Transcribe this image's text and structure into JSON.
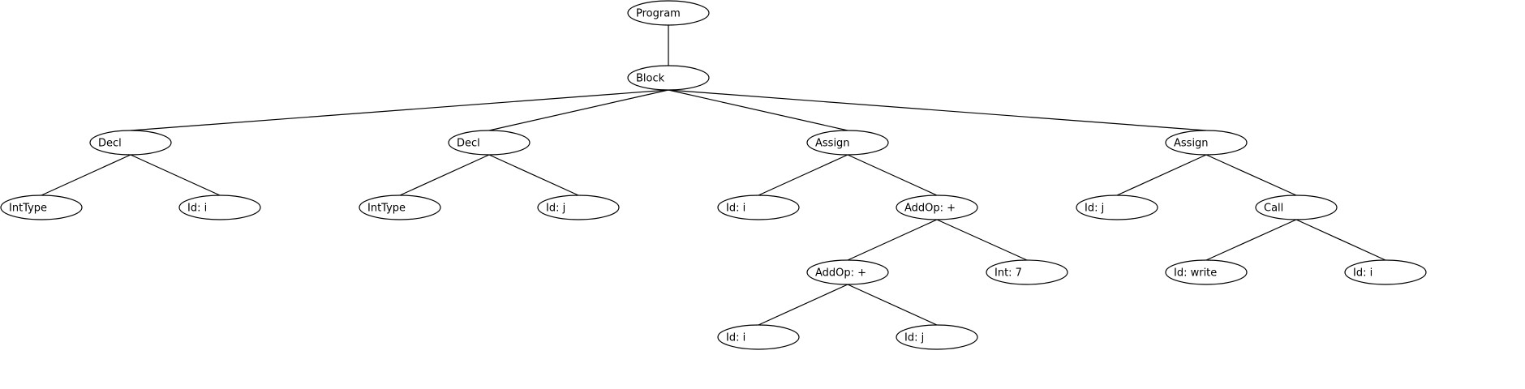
{
  "diagram": {
    "type": "tree",
    "nodes": [
      {
        "id": "n0",
        "label": "Program"
      },
      {
        "id": "n1",
        "label": "Block"
      },
      {
        "id": "n2",
        "label": "Decl"
      },
      {
        "id": "n3",
        "label": "Decl"
      },
      {
        "id": "n4",
        "label": "Assign"
      },
      {
        "id": "n5",
        "label": "Assign"
      },
      {
        "id": "n6",
        "label": "IntType"
      },
      {
        "id": "n7",
        "label": "Id: i"
      },
      {
        "id": "n8",
        "label": "IntType"
      },
      {
        "id": "n9",
        "label": "Id: j"
      },
      {
        "id": "n10",
        "label": "Id: i"
      },
      {
        "id": "n11",
        "label": "AddOp: +"
      },
      {
        "id": "n12",
        "label": "Id: j"
      },
      {
        "id": "n13",
        "label": "Call"
      },
      {
        "id": "n14",
        "label": "AddOp: +"
      },
      {
        "id": "n15",
        "label": "Int: 7"
      },
      {
        "id": "n16",
        "label": "Id: write"
      },
      {
        "id": "n17",
        "label": "Id: i"
      },
      {
        "id": "n18",
        "label": "Id: i"
      },
      {
        "id": "n19",
        "label": "Id: j"
      }
    ],
    "edges": [
      [
        "n0",
        "n1"
      ],
      [
        "n1",
        "n2"
      ],
      [
        "n1",
        "n3"
      ],
      [
        "n1",
        "n4"
      ],
      [
        "n1",
        "n5"
      ],
      [
        "n2",
        "n6"
      ],
      [
        "n2",
        "n7"
      ],
      [
        "n3",
        "n8"
      ],
      [
        "n3",
        "n9"
      ],
      [
        "n4",
        "n10"
      ],
      [
        "n4",
        "n11"
      ],
      [
        "n5",
        "n12"
      ],
      [
        "n5",
        "n13"
      ],
      [
        "n11",
        "n14"
      ],
      [
        "n11",
        "n15"
      ],
      [
        "n13",
        "n16"
      ],
      [
        "n13",
        "n17"
      ],
      [
        "n14",
        "n18"
      ],
      [
        "n14",
        "n19"
      ]
    ]
  }
}
